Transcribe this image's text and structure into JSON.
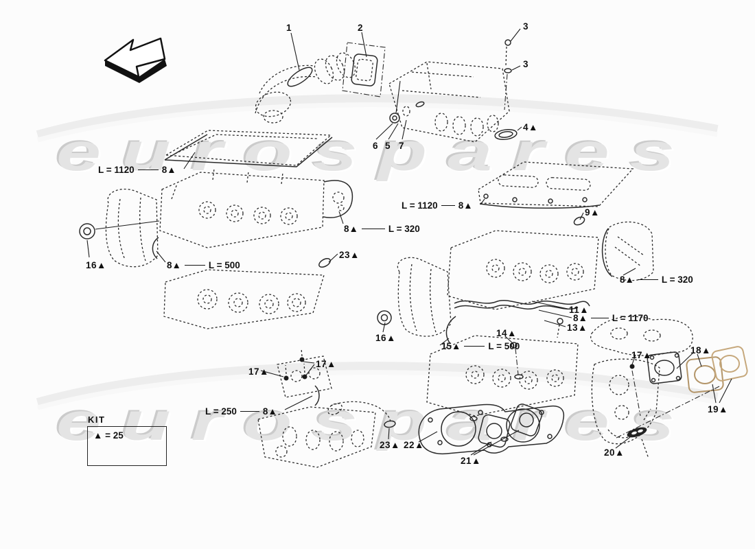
{
  "diagram": {
    "title": "engine cylinder heads exploded parts diagram",
    "watermark_text": "eurospares",
    "watermark_color": "#e4e4e4",
    "line_color": "#2a2a2a",
    "gasket_tan_color": "#b39569",
    "gasket_tan_light_color": "#c6a87c",
    "icons": {
      "back_arrow": "⬅"
    },
    "kit": {
      "title": "KIT",
      "value": "▲ = 25"
    }
  },
  "callouts": {
    "c1": "1",
    "c2": "2",
    "c3a": "3",
    "c3b": "3",
    "c4": "4▲",
    "c5": "5",
    "c6": "6",
    "c7": "7",
    "c9": "9▲",
    "c11": "11▲",
    "c13": "13▲",
    "c14": "14▲",
    "c16a": "16▲",
    "c16b": "16▲",
    "c17a": "17▲",
    "c17b": "17▲",
    "c17c": "17▲",
    "c18": "18▲",
    "c19": "19▲",
    "c20": "20▲",
    "c21": "21▲",
    "c22": "22▲",
    "c23a": "23▲",
    "c23b": "23▲"
  },
  "measurements": {
    "m8a": {
      "pre": "L = 1120",
      "post": "8▲"
    },
    "m8b": {
      "pre": "8▲",
      "post": "L = 320"
    },
    "m8c": {
      "pre": "8▲",
      "post": "L = 500"
    },
    "m8d": {
      "pre": "L = 1120",
      "post": "8▲"
    },
    "m8e": {
      "pre": "8▲",
      "post": "L = 320"
    },
    "m8f": {
      "pre": "8▲",
      "post": "L = 1170"
    },
    "m8g": {
      "pre": "L = 250",
      "post": "8▲"
    },
    "m15": {
      "pre": "15▲",
      "post": "L = 500"
    }
  }
}
